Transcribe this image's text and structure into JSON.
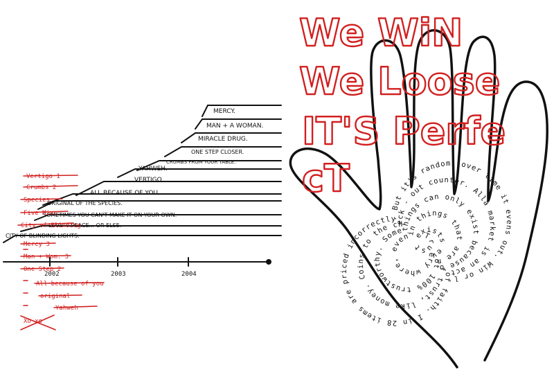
{
  "colors": {
    "ink": "#111111",
    "accent": "#d21f1f",
    "paper": "#ffffff"
  },
  "timeline": {
    "steps": [
      "MERCY.",
      "MAN + A WOMAN.",
      "MIRACLE DRUG.",
      "ONE STEP CLOSER.",
      "CRUMBS FROM YOUR TABLE.",
      "YAHWEH.",
      "VERTIGO.",
      "ALL BECAUSE OF YOU.",
      "ORIGINAL OF THE SPECIES.",
      "SOMETIMES YOU CAN'T MAKE IT ON YOUR OWN.",
      "LOVE + PEACE... OR ELSE.",
      "CITY OF BLINDING LIGHTS."
    ],
    "years": [
      "2002",
      "2003",
      "2004"
    ]
  },
  "crossed_list": [
    "Vertigo 1",
    "Crumbs 2",
    "Species",
    "Five Mins",
    "City of Blinding",
    "Mercy 3",
    "Man + Wom. 3",
    "One Step 2",
    "All because of you",
    "original",
    "Yahweh",
    "Xo xo"
  ],
  "hand_title": [
    "We WiN",
    "We Loose",
    "IT'S Perfe",
    "cT"
  ],
  "spiral_text": "Trust exists every where, even in things that are not 100% trustworthy. Some things can only exist because of trust, like money. Coins to the check - out counter. Alla market is an act of faith. I in 28 items are priced incorrectly. But it's random, over time it evens out. Win or lose - it's Perfect."
}
